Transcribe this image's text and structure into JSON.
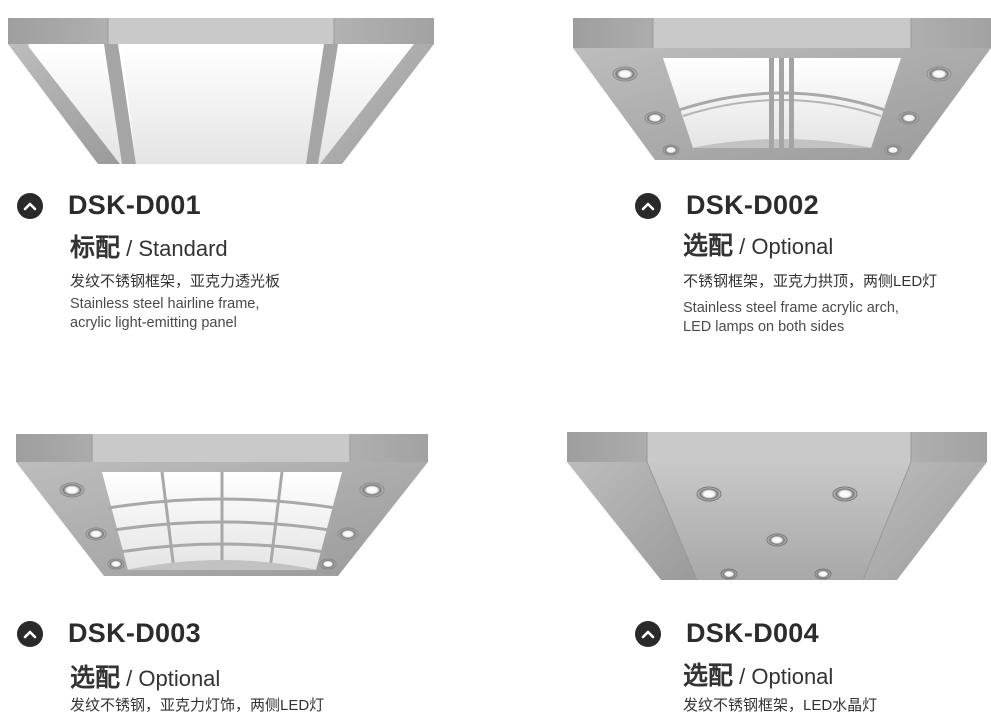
{
  "products": [
    {
      "code": "DSK-D001",
      "config_cn": "标配",
      "config_en": "/ Standard",
      "desc_cn": "发纹不锈钢框架，亚克力透光板",
      "desc_en_1": "Stainless steel hairline frame,",
      "desc_en_2": "acrylic light-emitting panel"
    },
    {
      "code": "DSK-D002",
      "config_cn": "选配",
      "config_en": "/ Optional",
      "desc_cn": "不锈钢框架，亚克力拱顶，两侧LED灯",
      "desc_en_1": "Stainless steel frame acrylic arch,",
      "desc_en_2": "LED lamps on both sides"
    },
    {
      "code": "DSK-D003",
      "config_cn": "选配",
      "config_en": "/ Optional",
      "desc_cn": "发纹不锈钢，亚克力灯饰，两侧LED灯"
    },
    {
      "code": "DSK-D004",
      "config_cn": "选配",
      "config_en": "/ Optional",
      "desc_cn": "发纹不锈钢框架，LED水晶灯"
    }
  ],
  "icons": {
    "bullet": "chevron-up-icon"
  },
  "colors": {
    "steel": "#b4b4b4",
    "steel_dark": "#8e8e8e",
    "panel": "#f7f7f7",
    "text": "#333333"
  }
}
